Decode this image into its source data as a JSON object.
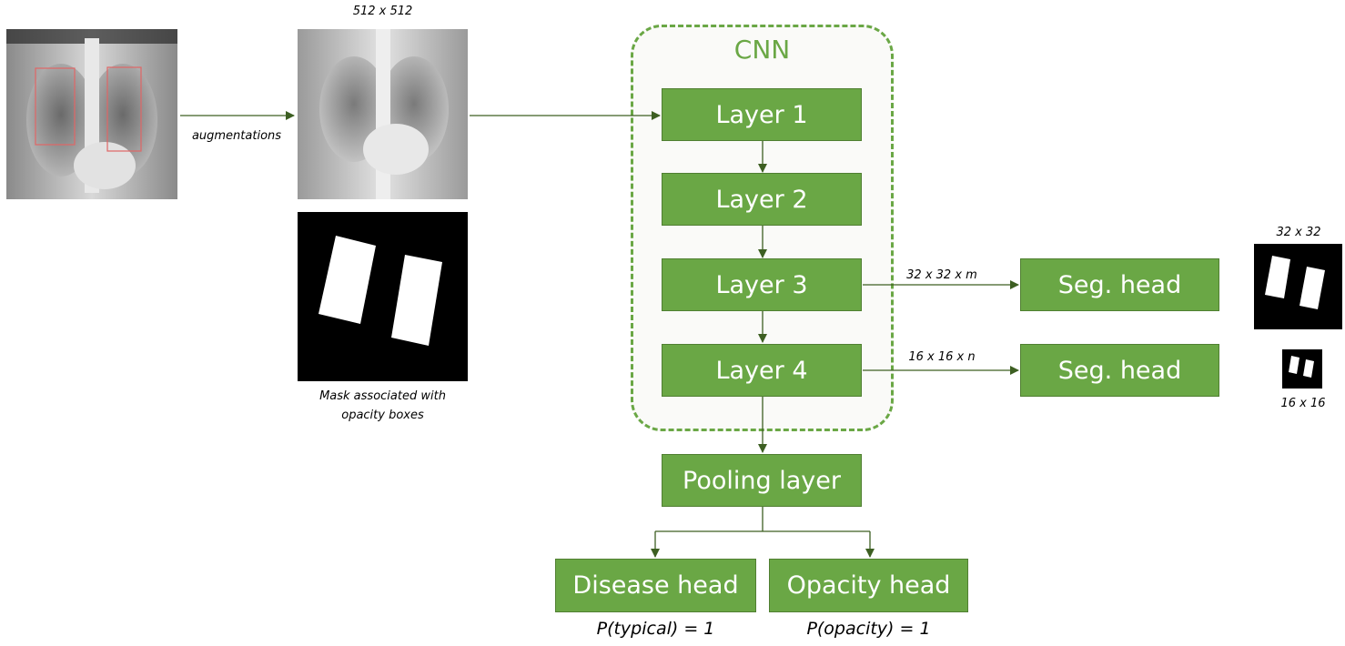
{
  "diagram": {
    "cnn_label": "CNN",
    "layers": [
      "Layer 1",
      "Layer 2",
      "Layer 3",
      "Layer 4"
    ],
    "pooling_label": "Pooling layer",
    "seg_head_label": "Seg. head",
    "disease_head_label": "Disease head",
    "opacity_head_label": "Opacity head",
    "augmentations_label": "augmentations",
    "size_label": "512 x 512",
    "mask_caption_line1": "Mask associated with",
    "mask_caption_line2": "opacity boxes",
    "feat_label_m": "32 x 32 x m",
    "feat_label_n": "16 x 16 x n",
    "out_size_32": "32 x 32",
    "out_size_16": "16 x 16",
    "p_typical": "P(typical) = 1",
    "p_opacity": "P(opacity) = 1",
    "colors": {
      "box_fill": "#6aa745",
      "box_border": "#507f32",
      "arrow": "#3d5f22",
      "bbox_outline": "#e06666"
    }
  }
}
